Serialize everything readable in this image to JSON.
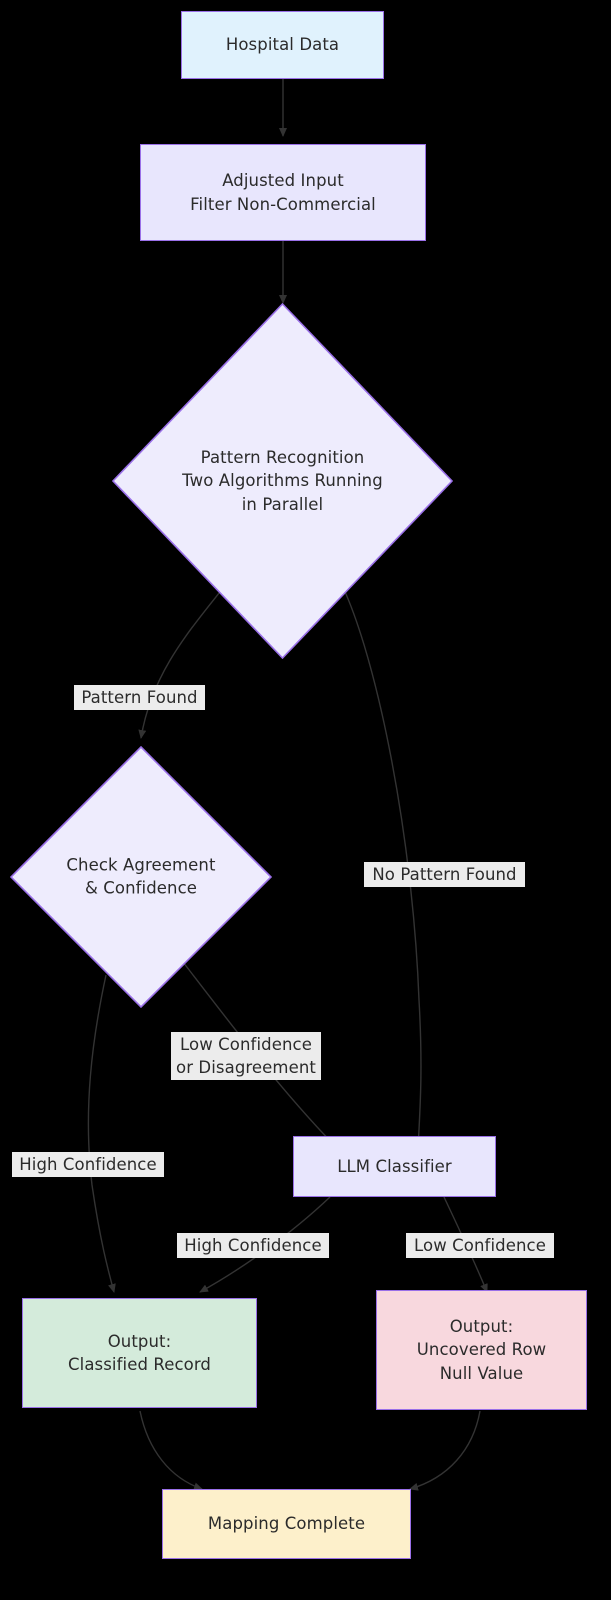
{
  "diagram": {
    "type": "flowchart",
    "direction": "top-to-bottom",
    "background_color": "#000000",
    "node_border_color": "#9a70e8",
    "edge_color": "#333333",
    "text_color": "#2b2b2b",
    "edge_label_background": "#ececec"
  },
  "nodes": [
    {
      "id": "hospital-data",
      "label": "Hospital Data",
      "shape": "rect",
      "fill": "#e0f2fd"
    },
    {
      "id": "adjusted-input",
      "label": "Adjusted Input\nFilter Non-Commercial",
      "shape": "rect",
      "fill": "#e8e6fd"
    },
    {
      "id": "pattern-recognition",
      "label": "Pattern Recognition\nTwo Algorithms Running\nin Parallel",
      "shape": "diamond",
      "fill": "#eeecfd"
    },
    {
      "id": "check-agreement",
      "label": "Check Agreement\n& Confidence",
      "shape": "diamond",
      "fill": "#eeecfd"
    },
    {
      "id": "llm-classifier",
      "label": "LLM Classifier",
      "shape": "rect",
      "fill": "#e8e6fd"
    },
    {
      "id": "output-classified",
      "label": "Output:\nClassified Record",
      "shape": "rect",
      "fill": "#d4ebdb"
    },
    {
      "id": "output-uncovered",
      "label": "Output:\nUncovered Row\nNull Value",
      "shape": "rect",
      "fill": "#f8d8de"
    },
    {
      "id": "mapping-complete",
      "label": "Mapping Complete",
      "shape": "rect",
      "fill": "#fdf0cb"
    }
  ],
  "edges": [
    {
      "id": "e1",
      "from": "hospital-data",
      "to": "adjusted-input",
      "label": ""
    },
    {
      "id": "e2",
      "from": "adjusted-input",
      "to": "pattern-recognition",
      "label": ""
    },
    {
      "id": "e3",
      "from": "pattern-recognition",
      "to": "check-agreement",
      "label": "Pattern Found"
    },
    {
      "id": "e4",
      "from": "pattern-recognition",
      "to": "llm-classifier",
      "label": "No Pattern Found"
    },
    {
      "id": "e5",
      "from": "check-agreement",
      "to": "output-classified",
      "label": "High Confidence"
    },
    {
      "id": "e6",
      "from": "check-agreement",
      "to": "llm-classifier",
      "label": "Low Confidence\nor Disagreement"
    },
    {
      "id": "e7",
      "from": "llm-classifier",
      "to": "output-classified",
      "label": "High Confidence"
    },
    {
      "id": "e8",
      "from": "llm-classifier",
      "to": "output-uncovered",
      "label": "Low Confidence"
    },
    {
      "id": "e9",
      "from": "output-classified",
      "to": "mapping-complete",
      "label": ""
    },
    {
      "id": "e10",
      "from": "output-uncovered",
      "to": "mapping-complete",
      "label": ""
    }
  ],
  "edge_labels": {
    "pattern_found": "Pattern Found",
    "no_pattern_found": "No Pattern Found",
    "high_confidence_direct": "High Confidence",
    "low_confidence_or_disagreement": "Low Confidence\nor Disagreement",
    "llm_high_confidence": "High Confidence",
    "llm_low_confidence": "Low Confidence"
  }
}
